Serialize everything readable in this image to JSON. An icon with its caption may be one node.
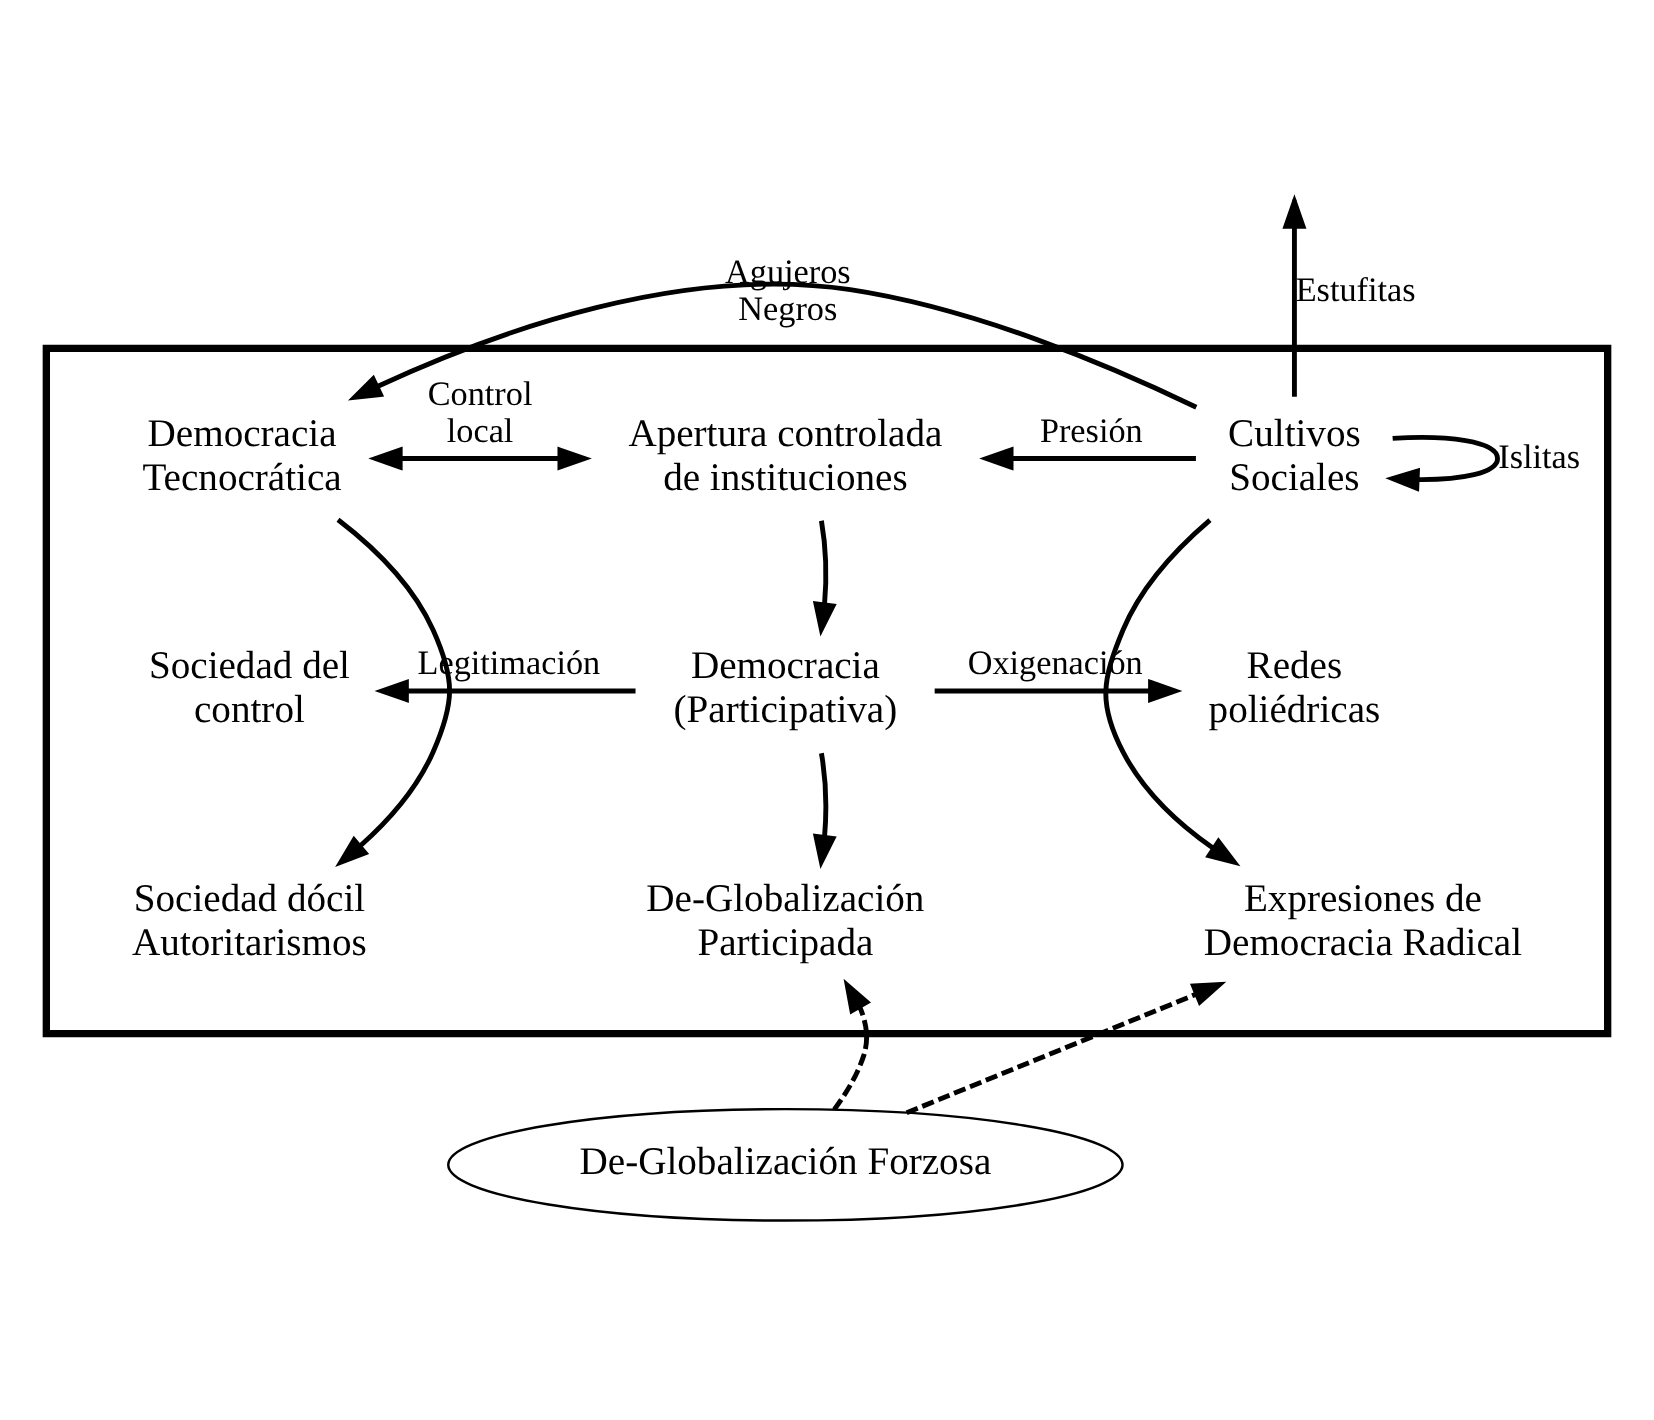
{
  "diagram": {
    "nodes": [
      {
        "text": [],
        "shape": "box"
      },
      {
        "text": [
          "Democracia Tecnocrática"
        ],
        "in": 0
      },
      {
        "text": [
          "Apertura controlada de instituciones"
        ],
        "in": 0
      },
      {
        "text": [
          "Cultivos Sociales"
        ],
        "in": 0
      },
      {
        "text": [
          "Sociedad del control"
        ],
        "in": 0
      },
      {
        "text": [
          "Democracia (Participativa)"
        ],
        "in": 0
      },
      {
        "text": [
          "Redes poliédricas"
        ],
        "in": 0
      },
      {
        "text": [
          "Sociedad dócil Autoritarismos"
        ],
        "in": 0
      },
      {
        "text": [
          "De-Globalización Participada"
        ],
        "in": 0
      },
      {
        "text": [
          "Expresiones de Democracia Radical"
        ],
        "in": 0
      },
      {
        "text": [
          "De-Globalización Forzosa"
        ]
      }
    ],
    "edges": [
      {
        "from": 3,
        "to": 1,
        "arrow": "to",
        "label": "Agujeros Negros"
      },
      {
        "from": 3,
        "to": null,
        "arrow": "to",
        "label": "Estufitas"
      },
      {
        "from": 3,
        "to": 3,
        "arrow": "to",
        "label": "Islitas"
      },
      {
        "from": 1,
        "to": 2,
        "arrow": "both",
        "label": "Control local"
      },
      {
        "from": 3,
        "to": 2,
        "arrow": "to",
        "label": "Presión"
      },
      {
        "from": 2,
        "to": 5,
        "arrow": "to"
      },
      {
        "from": 5,
        "to": 4,
        "arrow": "to",
        "label": "Legitimación"
      },
      {
        "from": 5,
        "to": 6,
        "arrow": "to",
        "label": "Oxigenación"
      },
      {
        "from": 1,
        "to": 7,
        "arrow": "to"
      },
      {
        "from": 5,
        "to": 8,
        "arrow": "to"
      },
      {
        "from": 3,
        "to": 9,
        "arrow": "to"
      },
      {
        "from": 10,
        "to": 8,
        "arrow": "to",
        "style": "dashed"
      },
      {
        "from": 10,
        "to": 9,
        "arrow": "to",
        "style": "dashed"
      }
    ]
  }
}
